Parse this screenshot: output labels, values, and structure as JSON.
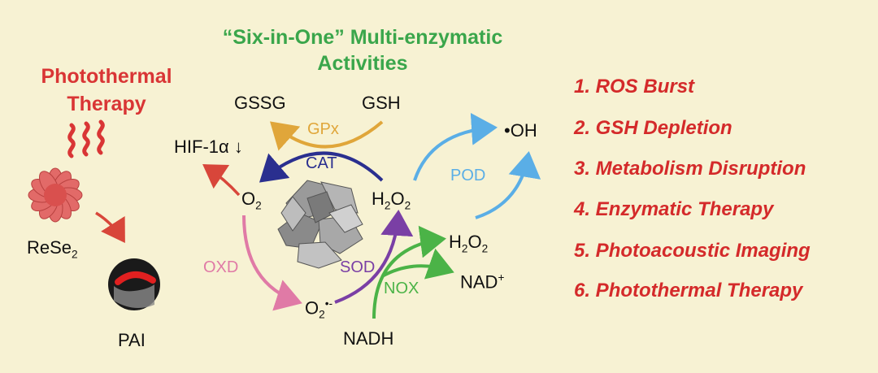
{
  "title": {
    "line1": "“Six-in-One” Multi-enzymatic",
    "line2": "Activities"
  },
  "therapy": {
    "line1": "Photothermal",
    "line2": "Therapy"
  },
  "labels": {
    "rese2_main": "ReSe",
    "rese2_sub": "2",
    "pai": "PAI"
  },
  "species": {
    "gssg": "GSSG",
    "gsh": "GSH",
    "hif": "HIF-1α ↓",
    "o2_main": "O",
    "o2_sub": "2",
    "h2o2_main": "H",
    "h2o2_sub1": "2",
    "h2o2_o": "O",
    "h2o2_sub2": "2",
    "oh": "•OH",
    "superoxide_main": "O",
    "superoxide_sub": "2",
    "superoxide_sup": "•-",
    "nadh": "NADH",
    "nad_main": "NAD",
    "nad_sup": "+"
  },
  "enzymes": {
    "gpx": "GPx",
    "cat": "CAT",
    "pod": "POD",
    "oxd": "OXD",
    "sod": "SOD",
    "nox": "NOX"
  },
  "outcomes": [
    "1. ROS Burst",
    "2. GSH Depletion",
    "3. Metabolism Disruption",
    "4. Enzymatic Therapy",
    "5. Photoacoustic Imaging",
    "6. Photothermal Therapy"
  ],
  "colors": {
    "background": "#f7f2d3",
    "title_green": "#3aa64b",
    "therapy_red": "#d93535",
    "outcome_red": "#d42a2a",
    "gpx": "#e0a63a",
    "cat": "#2a2f8f",
    "pod": "#5aaee6",
    "oxd": "#e07aa6",
    "sod": "#7a3fa5",
    "nox": "#4bb347",
    "arrow_red": "#d8463a"
  }
}
